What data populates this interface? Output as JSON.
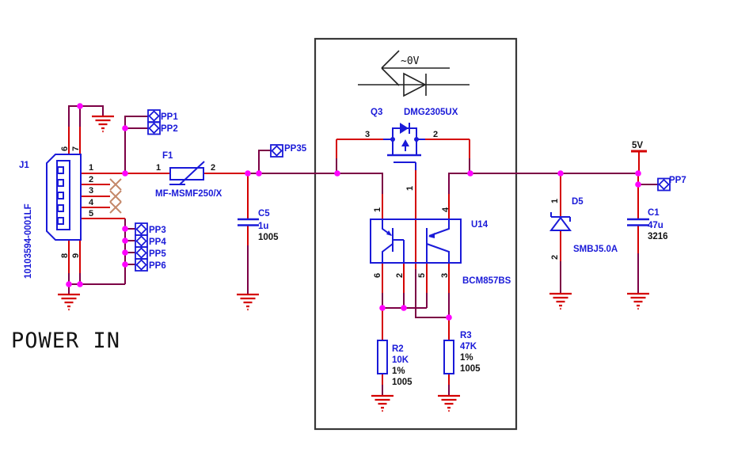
{
  "schematic_title": "POWER IN",
  "power_net": "5V",
  "annotations": {
    "voltage_note": "~0V"
  },
  "j1": {
    "ref": "J1",
    "part": "10103594-0001LF",
    "pin1": "1",
    "pin2": "2",
    "pin3": "3",
    "pin4": "4",
    "pin5": "5",
    "pin6": "6",
    "pin7": "7",
    "pin8": "8",
    "pin9": "9"
  },
  "f1": {
    "ref": "F1",
    "part": "MF-MSMF250/X",
    "pin1": "1",
    "pin2": "2"
  },
  "c5": {
    "ref": "C5",
    "value": "1u",
    "footprint": "1005"
  },
  "q3": {
    "ref": "Q3",
    "part": "DMG2305UX",
    "pin1": "1",
    "pin2": "2",
    "pin3": "3"
  },
  "u14": {
    "ref": "U14",
    "part": "BCM857BS",
    "pin1": "1",
    "pin2": "2",
    "pin3": "3",
    "pin4": "4",
    "pin5": "5",
    "pin6": "6"
  },
  "r2": {
    "ref": "R2",
    "value": "10K",
    "tolerance": "1%",
    "footprint": "1005"
  },
  "r3": {
    "ref": "R3",
    "value": "47K",
    "tolerance": "1%",
    "footprint": "1005"
  },
  "d5": {
    "ref": "D5",
    "part": "SMBJ5.0A",
    "pin1": "1",
    "pin2": "2"
  },
  "c1": {
    "ref": "C1",
    "value": "47u",
    "footprint": "3216"
  },
  "testpoints": {
    "pp1": "PP1",
    "pp2": "PP2",
    "pp3": "PP3",
    "pp4": "PP4",
    "pp5": "PP5",
    "pp6": "PP6",
    "pp7": "PP7",
    "pp35": "PP35"
  },
  "colors": {
    "wire": "#7c0045",
    "pin_wire": "#d40000",
    "junction": "#ff00ff",
    "component_blue": "#1a1ad8",
    "no_connect": "#c4886a",
    "ground_red": "#d40000"
  }
}
